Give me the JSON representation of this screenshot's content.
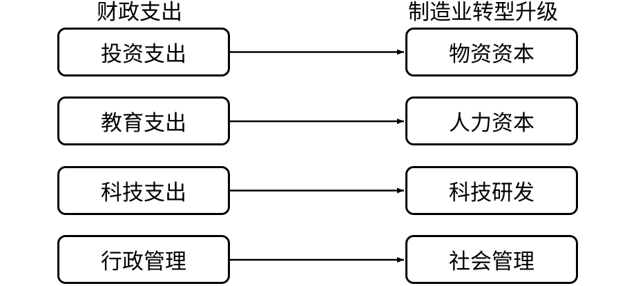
{
  "headers": {
    "left": "财政支出",
    "right": "制造业转型升级"
  },
  "rows": [
    {
      "left": "投资支出",
      "right": "物资资本"
    },
    {
      "left": "教育支出",
      "right": "人力资本"
    },
    {
      "left": "科技支出",
      "right": "科技研发"
    },
    {
      "left": "行政管理",
      "right": "社会管理"
    }
  ],
  "colors": {
    "stroke": "#000000",
    "background": "#ffffff",
    "text": "#000000"
  }
}
